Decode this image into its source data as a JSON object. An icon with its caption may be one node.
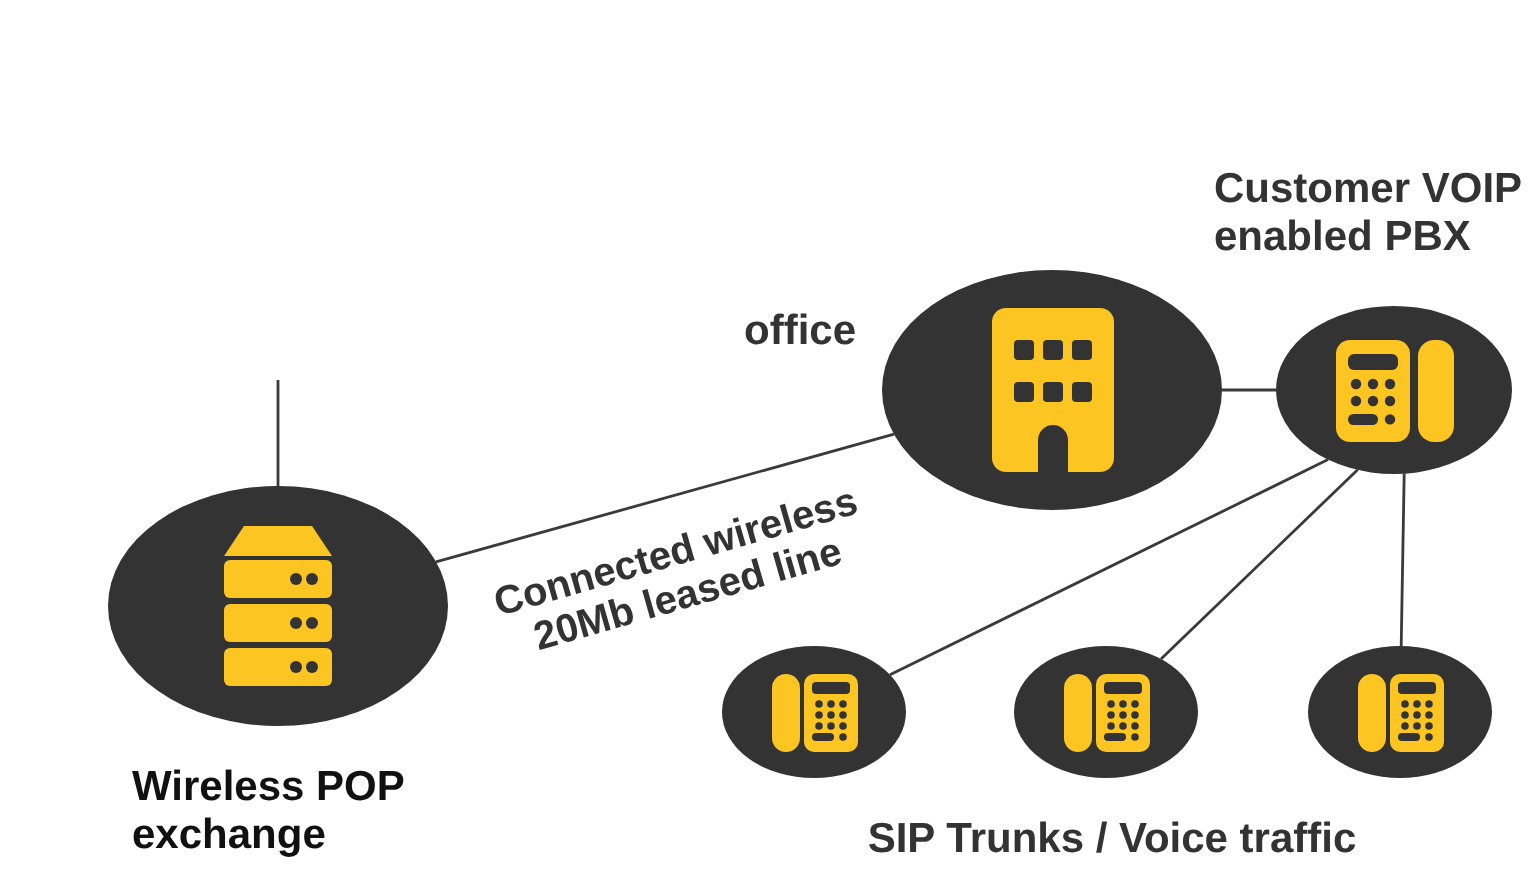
{
  "diagram": {
    "nodes": [
      {
        "text": [
          "Wireless POP exchange"
        ]
      },
      {
        "text": [
          "office"
        ]
      },
      {
        "text": [
          "Customer VOIP enabled PBX"
        ]
      },
      {
        "text": [],
        "shape": "circle"
      },
      {
        "text": [],
        "shape": "circle"
      },
      {
        "text": [],
        "shape": "circle"
      }
    ],
    "edges": [
      {
        "from": null,
        "to": 0,
        "arrow": "none"
      },
      {
        "from": 0,
        "to": 1,
        "arrow": "none",
        "label": "Connected wireless 20Mb leased line"
      },
      {
        "from": 1,
        "to": 2,
        "arrow": "none"
      },
      {
        "from": 2,
        "to": 3,
        "arrow": "none"
      },
      {
        "from": 2,
        "to": 4,
        "arrow": "none"
      },
      {
        "from": 2,
        "to": 5,
        "arrow": "none"
      }
    ],
    "labels": [
      "SIP Trunks / Voice traffic"
    ]
  }
}
